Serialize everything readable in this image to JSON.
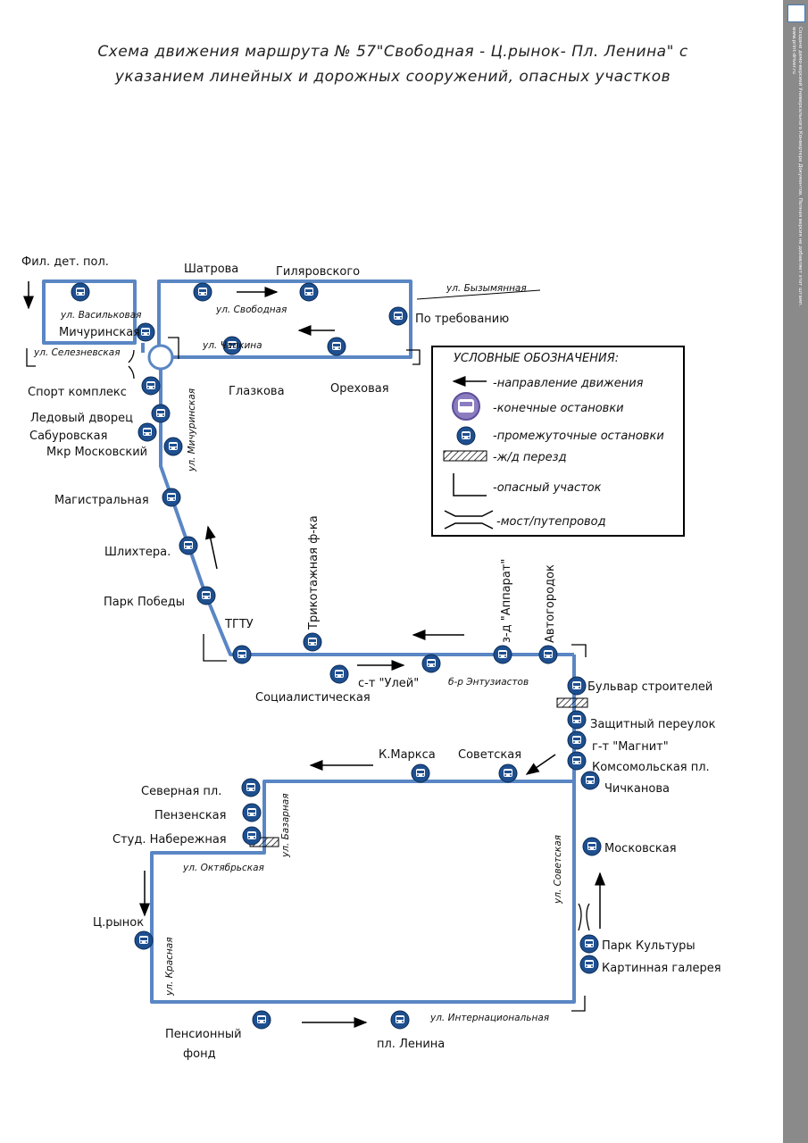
{
  "title": {
    "line1": "Схема движения маршрута № 57\"Свободная - Ц.рынок- Пл. Ленина\" с",
    "line2": "указанием линейных и дорожных сооружений, опасных участков"
  },
  "sidebar": {
    "text1": "Создано демо-версией Универсального Конвертера Документов. Полная версия не добавляет этот штамп.",
    "text2": "www.print-driver.ru"
  },
  "stops": [
    "Фил. дет. пол.",
    "Шатрова",
    "Гиляровского",
    "По требованию",
    "Мичуринская",
    "Глазкова",
    "Ореховая",
    "Спорт комплекс",
    "Ледовый дворец",
    "Сабуровская",
    "Мкр Московский",
    "Магистральная",
    "Шлихтера.",
    "Парк Победы",
    "ТГТУ",
    "Трикотажная ф-ка",
    "з-д \"Аппарат\"",
    "Автогородок",
    "Социалистическая",
    "с-т \"Улей\"",
    "Бульвар строителей",
    "Защитный переулок",
    "г-т \"Магнит\"",
    "Комсомольская пл.",
    "Чичканова",
    "К.Маркса",
    "Советская",
    "Северная пл.",
    "Пензенская",
    "Студ. Набережная",
    "Московская",
    "Ц.рынок",
    "Парк Культуры",
    "Картинная галерея",
    "Пенсионный",
    "фонд",
    "пл. Ленина"
  ],
  "streets": [
    "ул. Васильковая",
    "ул. Селезневская",
    "ул. Свободная",
    "ул. Бызымянная",
    "ул. Чапкина",
    "ул. Мичуринская",
    "б-р Энтузиастов",
    "ул. Базарная",
    "ул. Октябрьская",
    "ул. Советская",
    "ул. Красная",
    "ул. Интернациональная"
  ],
  "legend": {
    "heading": "УСЛОВНЫЕ ОБОЗНАЧЕНИЯ:",
    "items": [
      "-направление движения",
      "-конечные остановки",
      "-промежуточные остановки",
      "-ж/д перезд",
      "-опасный участок",
      "-мост/путепровод"
    ]
  },
  "colors": {
    "route": "#5a86c4",
    "stop": "#1e4f8f",
    "terminal": "#7b6bb0"
  }
}
